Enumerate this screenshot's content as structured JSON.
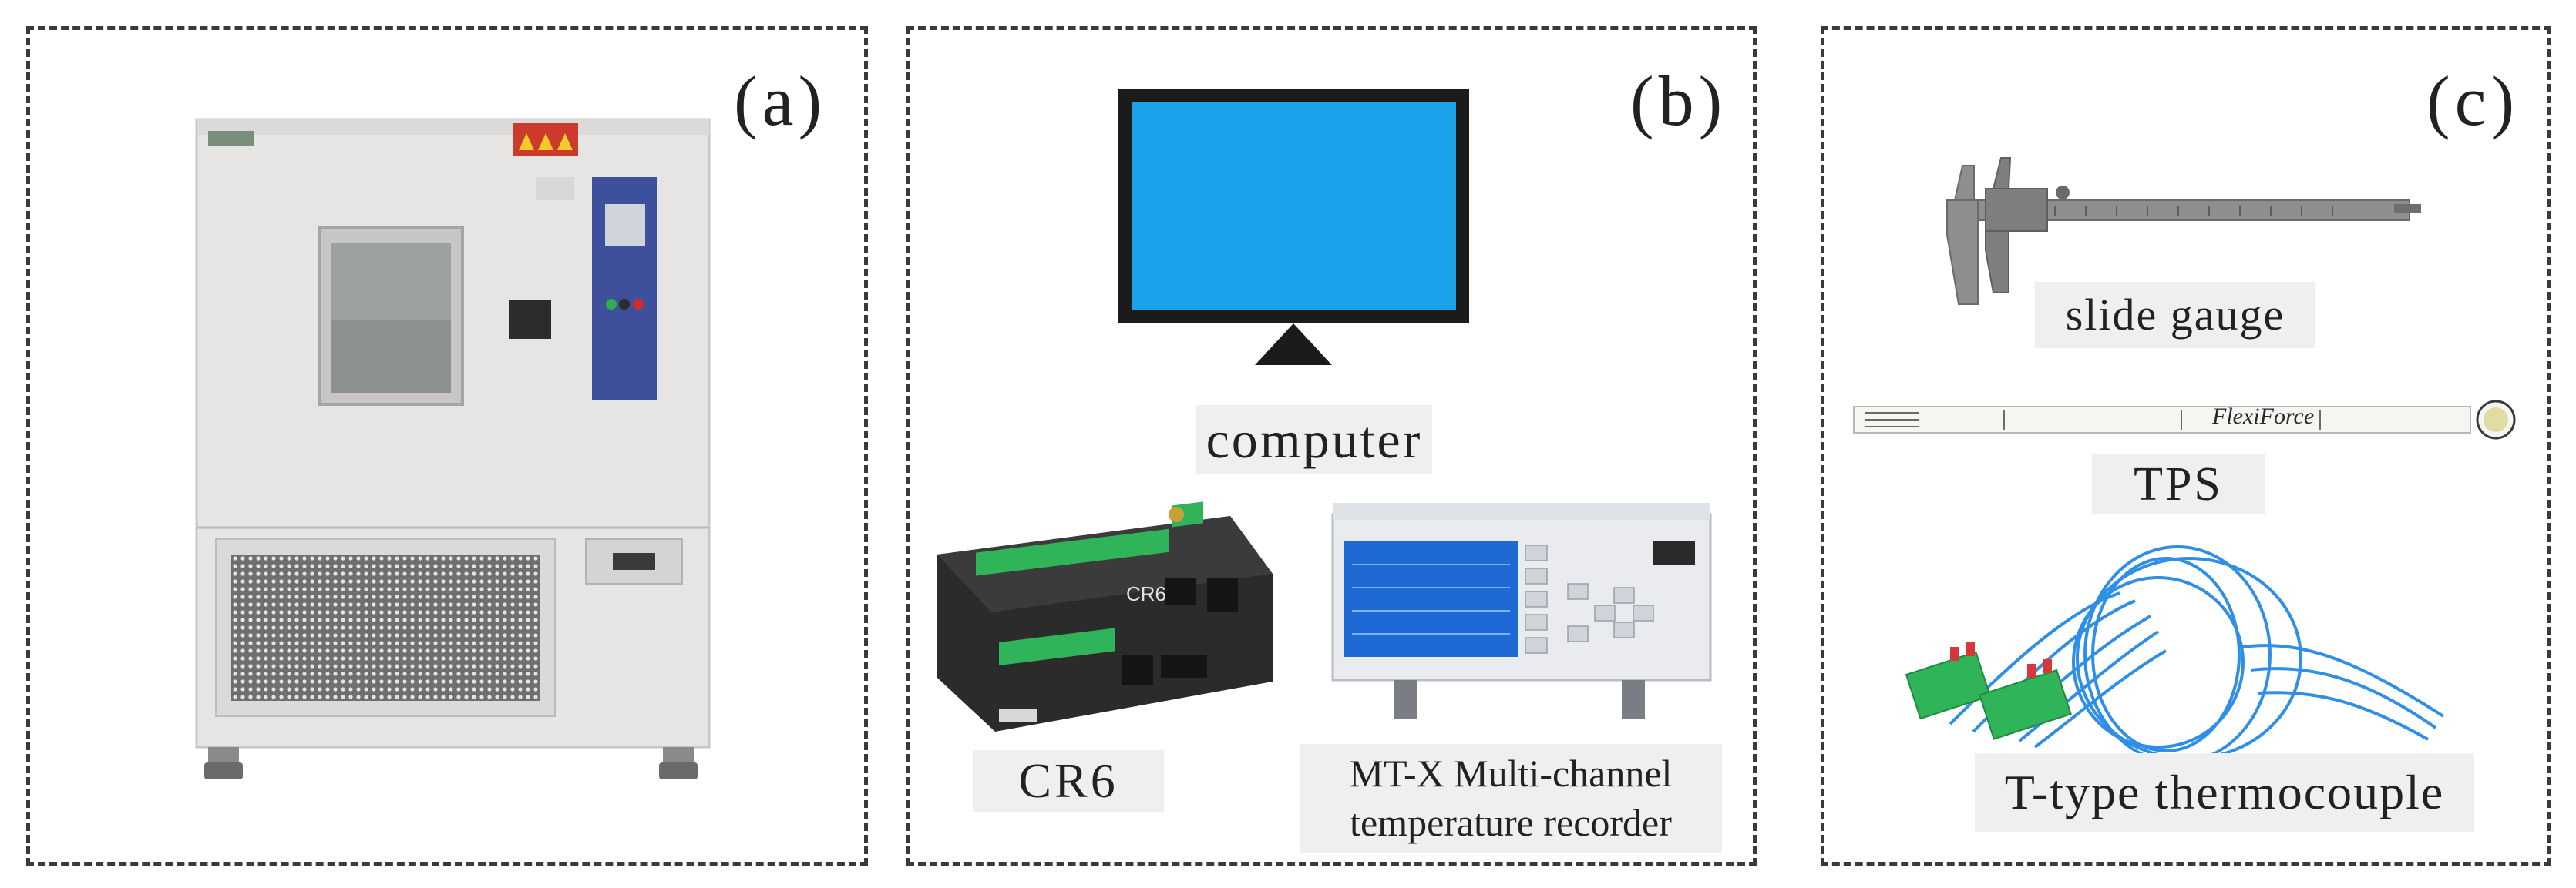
{
  "panels": {
    "a": {
      "tag": "(a)"
    },
    "b": {
      "tag": "(b)",
      "computer": "computer",
      "cr6": "CR6",
      "recorder_line1": "MT-X Multi-channel",
      "recorder_line2": "temperature recorder",
      "cr6_brand": "CR6"
    },
    "c": {
      "tag": "(c)",
      "caliper": "slide gauge",
      "tps": "TPS",
      "tps_brand": "FlexiForce",
      "thermocouple": "T-type thermocouple"
    }
  },
  "colors": {
    "screen_blue": "#1aa3ea",
    "chamber": "#e6e4e3",
    "control_panel": "#3e4f9c",
    "wire_blue": "#2f8fe6",
    "terminal_green": "#2fb45a",
    "logger": "#2b2b2b"
  }
}
